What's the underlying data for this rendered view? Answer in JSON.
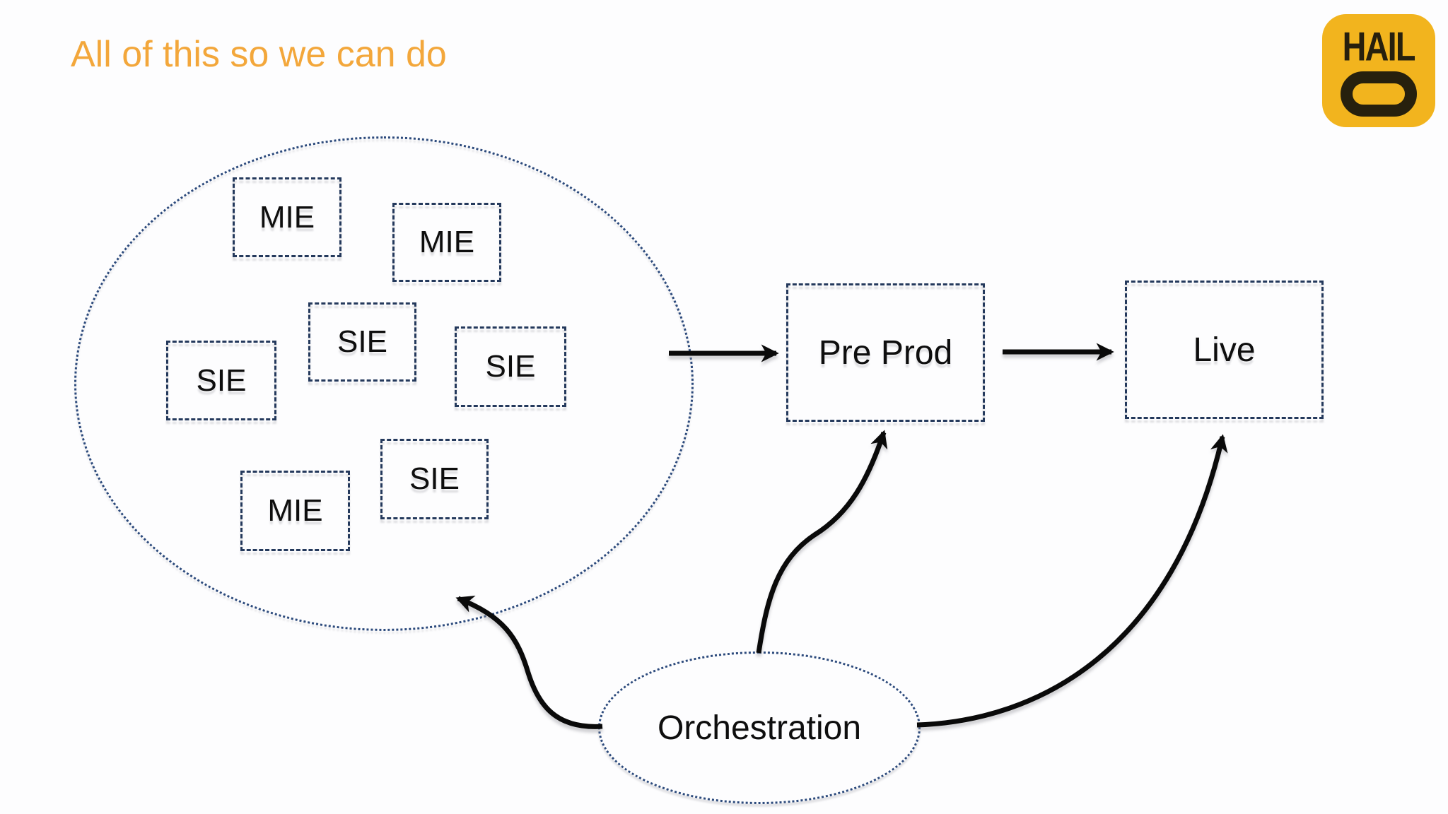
{
  "title": {
    "text": "All of this so we can do",
    "color": "#F3A73B"
  },
  "logo": {
    "brand": "Hailo",
    "word": "HAIL",
    "bg_color": "#F2B41E",
    "ink_color": "#27200D"
  },
  "colors": {
    "background": "#FDFDFE",
    "box_border": "#24395C",
    "ellipse_border": "#2C4A7C",
    "arrow": "#0A0A0A",
    "label_text": "#0E0E0E"
  },
  "cluster": {
    "name": "environment-pool",
    "items": [
      {
        "id": "mie-1",
        "label": "MIE"
      },
      {
        "id": "mie-2",
        "label": "MIE"
      },
      {
        "id": "sie-1",
        "label": "SIE"
      },
      {
        "id": "sie-2",
        "label": "SIE"
      },
      {
        "id": "sie-3",
        "label": "SIE"
      },
      {
        "id": "sie-4",
        "label": "SIE"
      },
      {
        "id": "mie-3",
        "label": "MIE"
      }
    ]
  },
  "nodes": {
    "pre_prod": {
      "label": "Pre Prod"
    },
    "live": {
      "label": "Live"
    },
    "orchestration": {
      "label": "Orchestration"
    }
  },
  "edges": [
    {
      "from": "environment-pool",
      "to": "pre_prod",
      "style": "straight-arrow"
    },
    {
      "from": "pre_prod",
      "to": "live",
      "style": "straight-arrow"
    },
    {
      "from": "orchestration",
      "to": "pre_prod",
      "style": "s-curve-arrow"
    },
    {
      "from": "orchestration",
      "to": "live",
      "style": "arc-arrow"
    },
    {
      "from": "orchestration",
      "to": "environment-pool",
      "style": "s-curve-arrow"
    }
  ]
}
